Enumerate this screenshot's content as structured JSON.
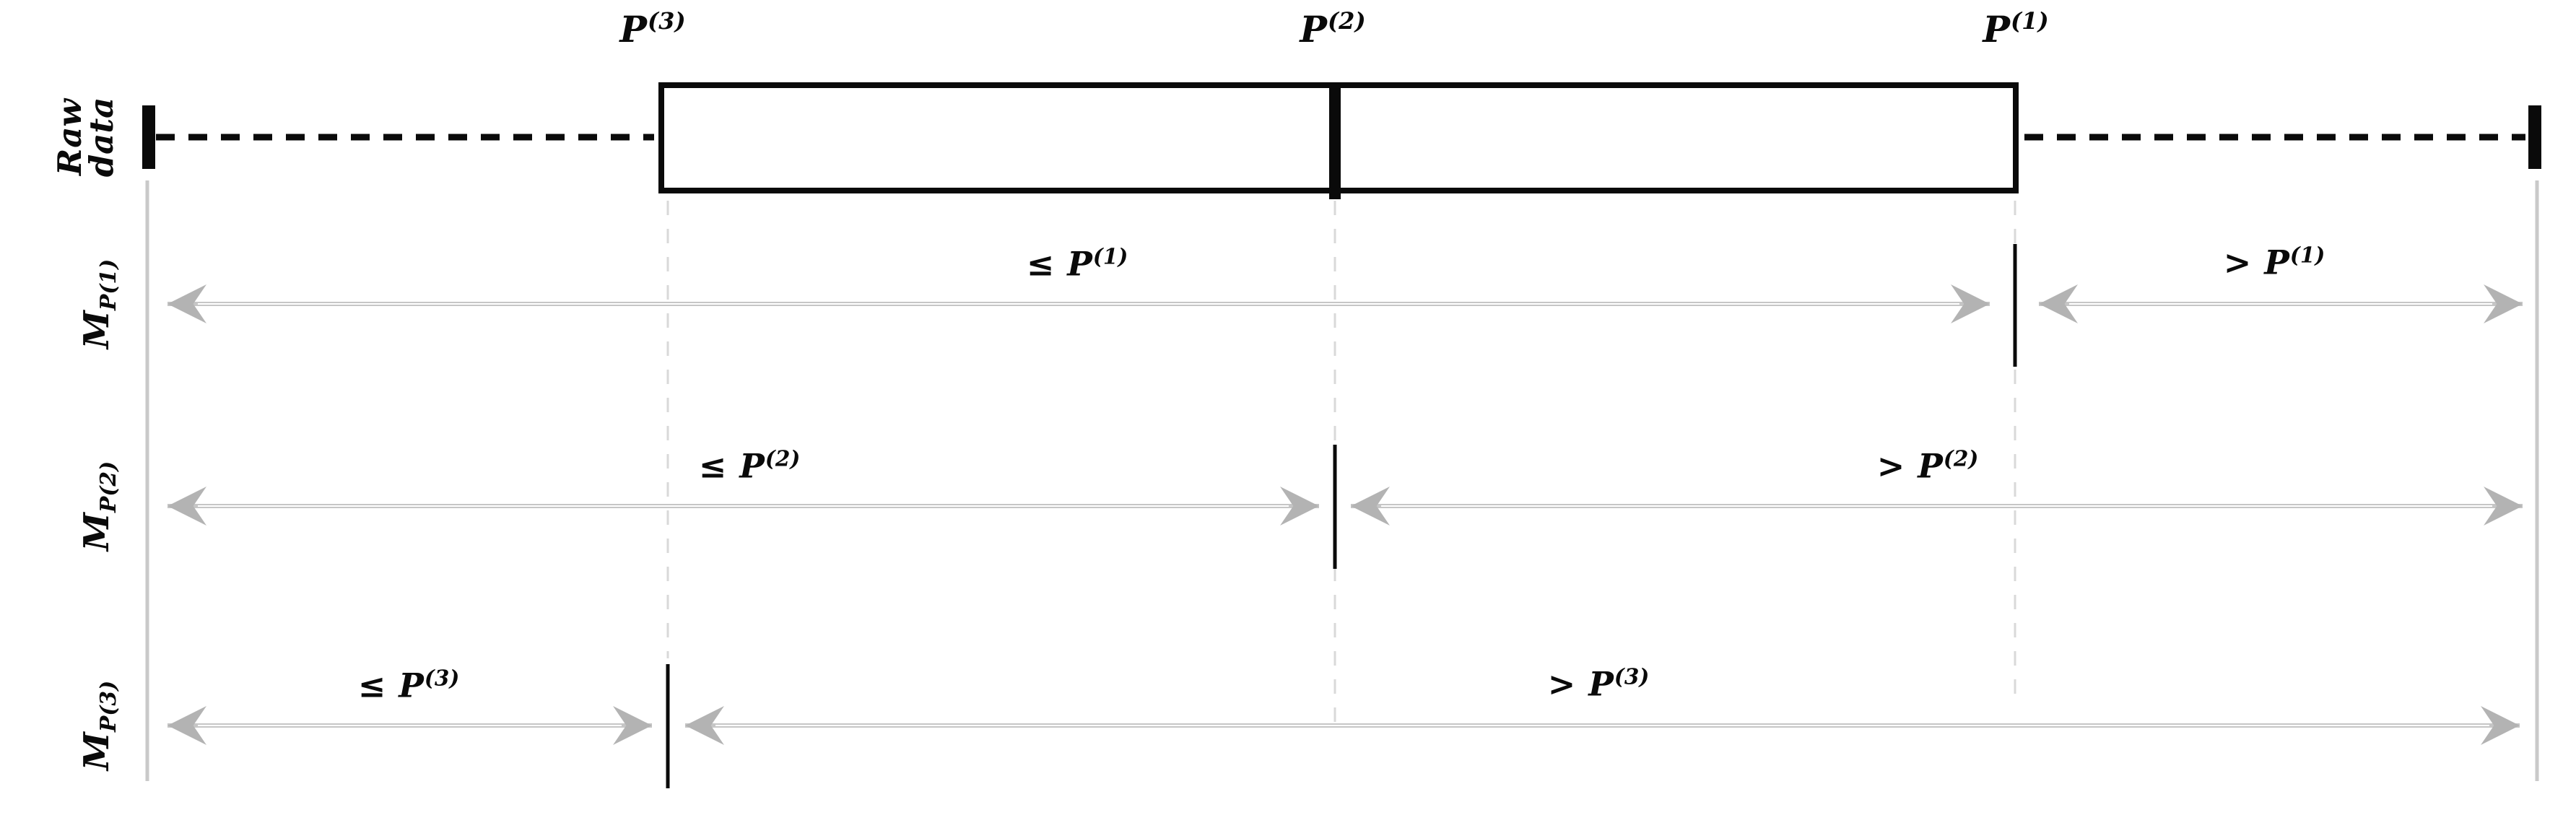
{
  "diagram": {
    "raw": {
      "line1": "Raw",
      "line2": "data"
    },
    "percentiles": [
      {
        "main": "P",
        "sup": "(3)"
      },
      {
        "main": "P",
        "sup": "(2)"
      },
      {
        "main": "P",
        "sup": "(1)"
      }
    ],
    "mask_rows": [
      {
        "label": {
          "main": "M",
          "sub": "P(1)"
        },
        "left": {
          "main": "≤ P",
          "sup": "(1)"
        },
        "right": {
          "main": "> P",
          "sup": "(1)"
        }
      },
      {
        "label": {
          "main": "M",
          "sub": "P(2)"
        },
        "left": {
          "main": "≤ P",
          "sup": "(2)"
        },
        "right": {
          "main": "> P",
          "sup": "(2)"
        }
      },
      {
        "label": {
          "main": "M",
          "sub": "P(3)"
        },
        "left": {
          "main": "≤ P",
          "sup": "(3)"
        },
        "right": {
          "main": "> P",
          "sup": "(3)"
        }
      }
    ],
    "colors": {
      "ink": "#0a0a0a",
      "arrow_gray": "#c6c6c6",
      "arrowhead_gray": "#b3b3b3",
      "guide_gray": "#d9d9d9",
      "axis_gray": "#c9c9c9"
    }
  }
}
